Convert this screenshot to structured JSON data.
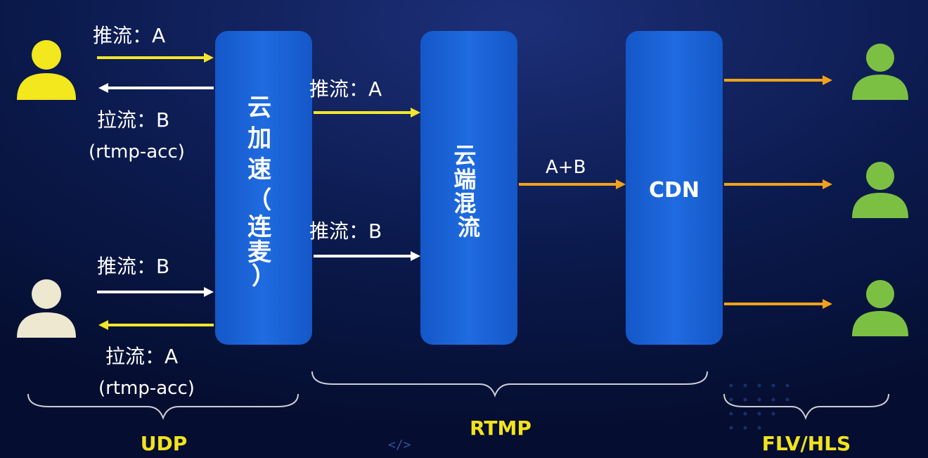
{
  "boxes": {
    "acc": {
      "chars": [
        "云",
        "加",
        "速",
        "（",
        "连",
        "麦",
        "）"
      ]
    },
    "mix": {
      "chars": [
        "云",
        "端",
        "混",
        "流"
      ]
    },
    "cdn": {
      "label": "CDN"
    }
  },
  "labels": {
    "push_a_left": "推流：A",
    "pull_b": "拉流：B",
    "pull_b_proto": "(rtmp-acc)",
    "push_b_left": "推流：B",
    "pull_a": "拉流：A",
    "pull_a_proto": "(rtmp-acc)",
    "push_a_mid": "推流：A",
    "push_b_mid": "推流：B",
    "mix_out": "A+B"
  },
  "groups": {
    "udp": "UDP",
    "rtmp": "RTMP",
    "flv_hls": "FLV/HLS"
  },
  "watermark": "</>",
  "colors": {
    "background": "#071238",
    "box": "#1a63d6",
    "arrow_yellow": "#f4e62a",
    "arrow_white": "#ffffff",
    "arrow_orange": "#f2a21a",
    "user_yellow": "#f3e71d",
    "user_cream": "#ede8cf",
    "user_green": "#7cc043",
    "group_label": "#f2e31c"
  }
}
